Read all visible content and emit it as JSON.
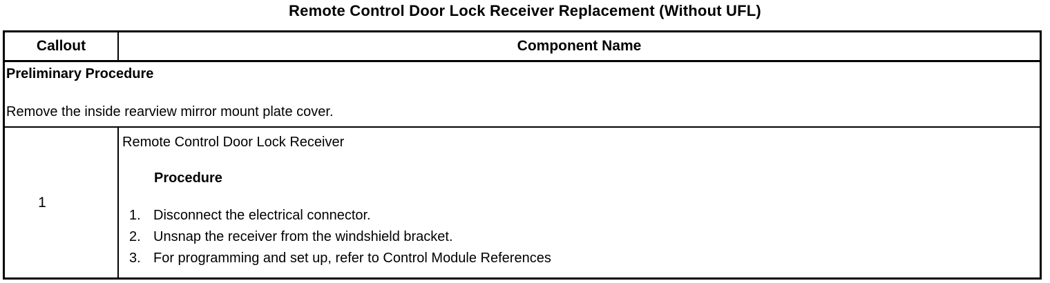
{
  "title": "Remote Control Door Lock Receiver Replacement (Without UFL)",
  "table": {
    "header": {
      "callout": "Callout",
      "component": "Component Name"
    },
    "preliminary": {
      "heading": "Preliminary Procedure",
      "text": "Remove the inside rearview mirror mount plate cover."
    },
    "row1": {
      "callout": "1",
      "component": "Remote Control Door Lock Receiver",
      "procedure_heading": "Procedure",
      "steps": [
        {
          "num": "1.",
          "text": "Disconnect the electrical connector."
        },
        {
          "num": "2.",
          "text": "Unsnap the receiver from the windshield bracket."
        },
        {
          "num": "3.",
          "text": "For programming and set up, refer to Control Module References"
        }
      ]
    }
  },
  "colors": {
    "border": "#000000",
    "text": "#000000",
    "background": "#ffffff"
  }
}
